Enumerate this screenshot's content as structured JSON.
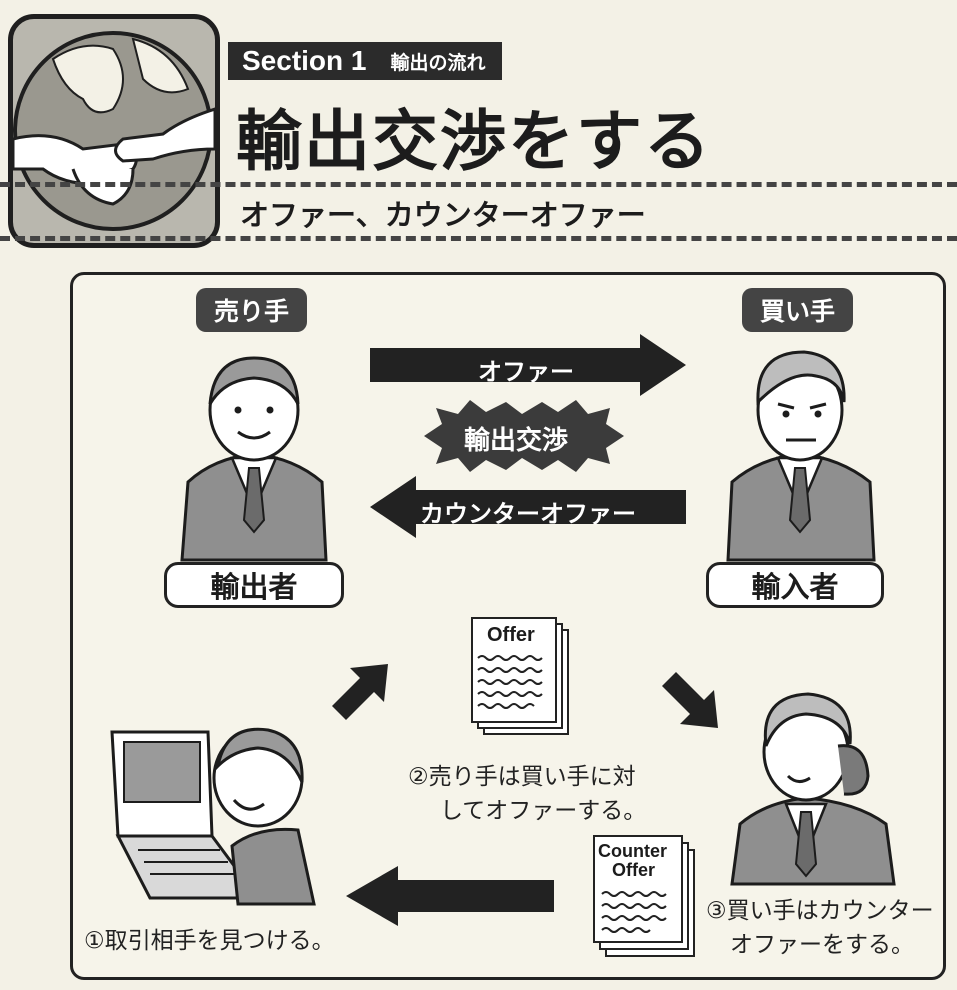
{
  "header": {
    "section_label": "Section 1",
    "section_topic": "輸出の流れ",
    "title": "輸出交渉をする",
    "subtitle": "オファー、カウンターオファー"
  },
  "diagram": {
    "seller_tag": "売り手",
    "buyer_tag": "買い手",
    "exporter_label": "輸出者",
    "importer_label": "輸入者",
    "offer_arrow": "オファー",
    "negotiation_label": "輸出交渉",
    "counter_arrow": "カウンターオファー",
    "offer_doc_title": "Offer",
    "counter_doc_title_1": "Counter",
    "counter_doc_title_2": "Offer",
    "step1": "①取引相手を見つける。",
    "step2_line1": "②売り手は買い手に対",
    "step2_line2": "してオファーする。",
    "step3_line1": "③買い手はカウンター",
    "step3_line2": "オファーをする。"
  },
  "colors": {
    "page": "#f3f1e6",
    "dark": "#2b2b2b",
    "figure": "#8f8f8f"
  }
}
